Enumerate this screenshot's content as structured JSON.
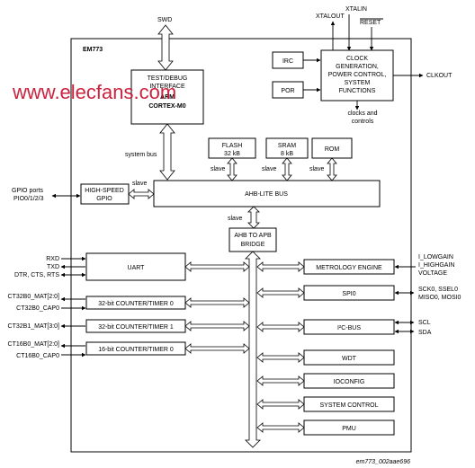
{
  "watermark": "www.elecfans.com",
  "chip": "EM773",
  "figure_id": "em773_002aae696",
  "top": {
    "swd": "SWD",
    "xtalout": "XTALOUT",
    "xtalin": "XTALIN",
    "reset": "RESET"
  },
  "cpu": {
    "l1": "TEST/DEBUG",
    "l2": "INTERFACE",
    "l3": "ARM",
    "l4": "CORTEX-M0"
  },
  "irc": "IRC",
  "por": "POR",
  "clock": {
    "l1": "CLOCK",
    "l2": "GENERATION,",
    "l3": "POWER CONTROL,",
    "l4": "SYSTEM",
    "l5": "FUNCTIONS",
    "clkout": "CLKOUT",
    "cc1": "clocks and",
    "cc2": "controls"
  },
  "system_bus": "system bus",
  "flash": {
    "l1": "FLASH",
    "l2": "32 kB"
  },
  "sram": {
    "l1": "SRAM",
    "l2": "8 kB"
  },
  "rom": "ROM",
  "slave": "slave",
  "ahb_bus": "AHB-LITE  BUS",
  "gpio": {
    "l1": "HIGH-SPEED",
    "l2": "GPIO",
    "ports1": "GPIO ports",
    "ports2": "PIO0/1/2/3"
  },
  "bridge": {
    "l1": "AHB TO APB",
    "l2": "BRIDGE"
  },
  "left_blocks": {
    "uart": "UART",
    "ct32b0": "32-bit COUNTER/TIMER 0",
    "ct32b1": "32-bit COUNTER/TIMER 1",
    "ct16b0": "16-bit COUNTER/TIMER 0"
  },
  "left_signals": {
    "rxd": "RXD",
    "txd": "TXD",
    "dtr": "DTR, CTS, RTS",
    "ct32b0_mat": "CT32B0_MAT[2:0]",
    "ct32b0_cap": "CT32B0_CAP0",
    "ct32b1_mat": "CT32B1_MAT[3:0]",
    "ct16b0_mat": "CT16B0_MAT[2:0]",
    "ct16b0_cap": "CT16B0_CAP0"
  },
  "right_blocks": {
    "metrology": "METROLOGY ENGINE",
    "spi0": "SPI0",
    "i2c": "I²C-BUS",
    "wdt": "WDT",
    "ioconfig": "IOCONFIG",
    "syscon": "SYSTEM CONTROL",
    "pmu": "PMU"
  },
  "right_signals": {
    "lowgain": "I_LOWGAIN",
    "highgain": "I_HIGHGAIN",
    "voltage": "VOLTAGE",
    "spi1": "SCK0, SSEL0",
    "spi2": "MISO0, MOSI0",
    "scl": "SCL",
    "sda": "SDA"
  }
}
